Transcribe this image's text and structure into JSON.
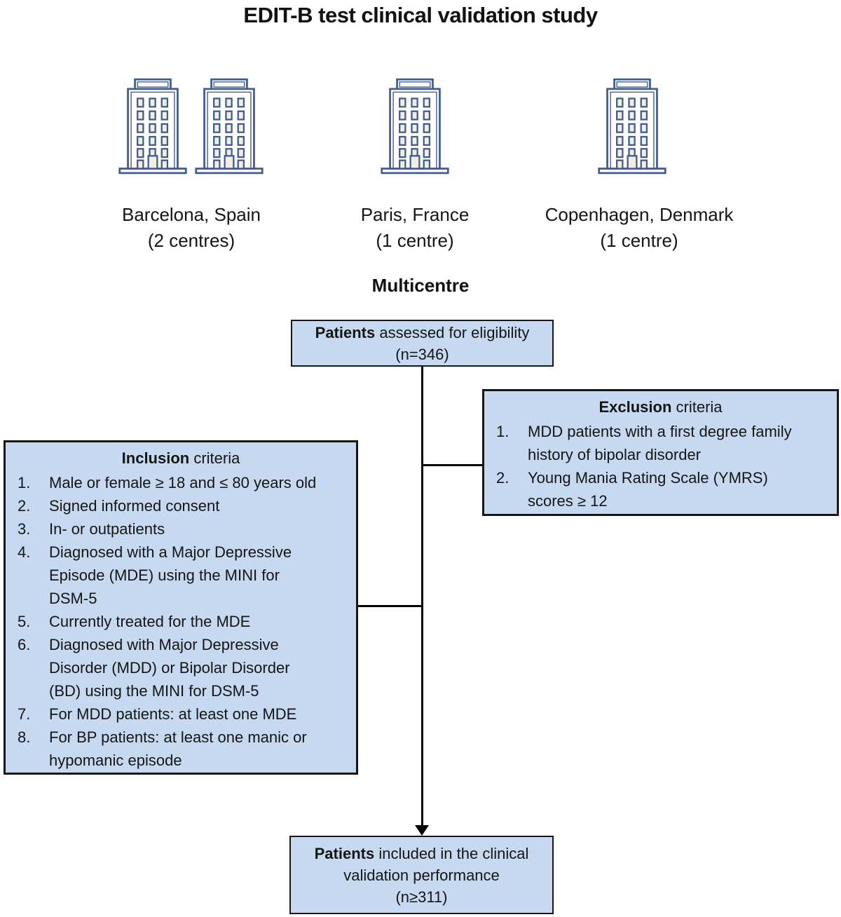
{
  "title": "EDIT-B test clinical validation study",
  "sites": [
    {
      "city": "Barcelona, Spain",
      "centres": "(2 centres)"
    },
    {
      "city": "Paris, France",
      "centres": "(1 centre)"
    },
    {
      "city": "Copenhagen, Denmark",
      "centres": "(1 centre)"
    }
  ],
  "multicentre_label": "Multicentre",
  "flow": {
    "eligibility_box": {
      "bold": "Patients",
      "rest": " assessed for eligibility",
      "n": "(n=346)"
    },
    "exclusion_box": {
      "title_bold": "Exclusion",
      "title_rest": " criteria",
      "items": [
        "MDD patients with a first degree family\nhistory of bipolar disorder",
        "Young Mania Rating Scale (YMRS)\nscores ≥ 12"
      ]
    },
    "inclusion_box": {
      "title_bold": "Inclusion",
      "title_rest": " criteria",
      "items": [
        "Male or female ≥ 18 and ≤ 80 years old",
        "Signed informed consent",
        "In- or outpatients",
        "Diagnosed with a Major Depressive\nEpisode (MDE) using the MINI for\nDSM-5",
        "Currently treated for the MDE",
        "Diagnosed with Major Depressive\nDisorder (MDD) or Bipolar Disorder\n(BD) using the MINI for DSM-5",
        "For MDD patients: at least one MDE",
        "For BP patients: at least one manic or\nhypomanic episode"
      ]
    },
    "included_box": {
      "bold": "Patients",
      "rest": " included in the clinical\nvalidation performance",
      "n": "(n≥311)"
    }
  },
  "icons": {
    "building": "building-icon"
  },
  "colors": {
    "box_fill": "#c7d9f0",
    "box_border": "#171717",
    "building_outline": "#3e5c8f",
    "window_fill": "#f1ede2",
    "connector": "#000000"
  }
}
